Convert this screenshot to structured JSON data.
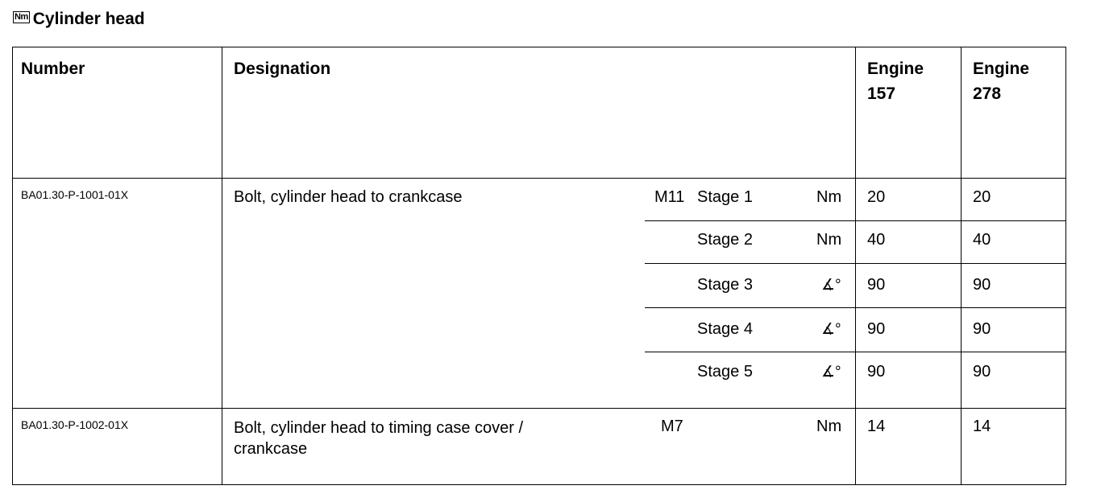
{
  "title": {
    "badge": "Nm",
    "text": "Cylinder head"
  },
  "headers": {
    "number": "Number",
    "designation": "Designation",
    "engine1": "Engine\n157",
    "engine2": "Engine\n278"
  },
  "rows": [
    {
      "number": "BA01.30-P-1001-01X",
      "designation": "Bolt, cylinder head to crankcase",
      "size": "M11",
      "stages": [
        {
          "label": "Stage 1",
          "unit": "Nm",
          "engine157": "20",
          "engine278": "20"
        },
        {
          "label": "Stage 2",
          "unit": "Nm",
          "engine157": "40",
          "engine278": "40"
        },
        {
          "label": "Stage 3",
          "unit": "∡°",
          "engine157": "90",
          "engine278": "90"
        },
        {
          "label": "Stage 4",
          "unit": "∡°",
          "engine157": "90",
          "engine278": "90"
        },
        {
          "label": "Stage 5",
          "unit": "∡°",
          "engine157": "90",
          "engine278": "90"
        }
      ]
    },
    {
      "number": "BA01.30-P-1002-01X",
      "designation": "Bolt, cylinder head to timing case cover / crankcase",
      "size": "M7",
      "unit": "Nm",
      "engine157": "14",
      "engine278": "14"
    }
  ]
}
